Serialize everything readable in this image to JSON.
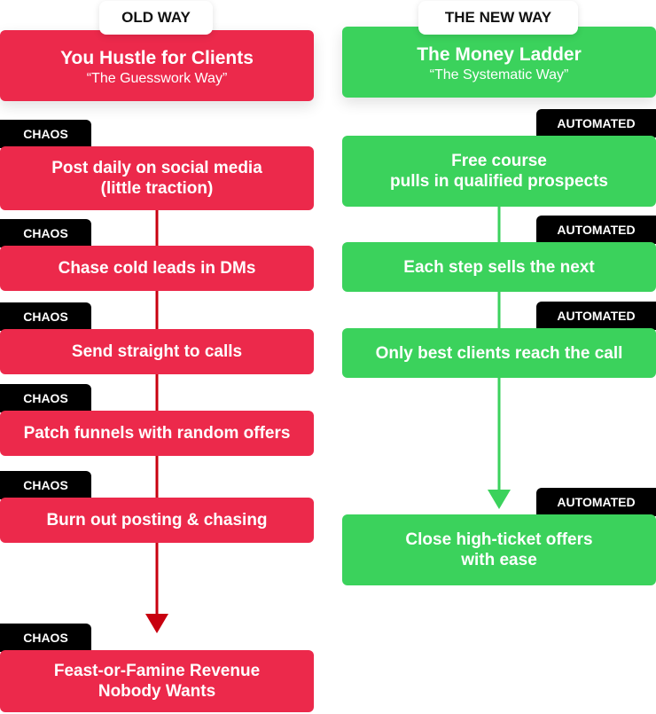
{
  "colors": {
    "old": "#ec294b",
    "new": "#3bd25c",
    "old_line": "#c8000f",
    "new_line": "#3bd25c",
    "tag": "#000000"
  },
  "old_way": {
    "label": "OLD WAY",
    "header": {
      "title": "You Hustle for Clients",
      "subtitle": "“The Guesswork Way”"
    },
    "tag": "CHAOS",
    "steps": [
      {
        "tag": "CHAOS",
        "lines": [
          "Post daily on social media",
          "(little traction)"
        ]
      },
      {
        "tag": "CHAOS",
        "lines": [
          "Chase cold leads in DMs"
        ]
      },
      {
        "tag": "CHAOS",
        "lines": [
          "Send straight to calls"
        ]
      },
      {
        "tag": "CHAOS",
        "lines": [
          "Patch funnels with random offers"
        ]
      },
      {
        "tag": "CHAOS",
        "lines": [
          "Burn out posting & chasing"
        ]
      },
      {
        "tag": "CHAOS",
        "lines": [
          "Feast-or-Famine Revenue",
          "Nobody Wants"
        ]
      }
    ]
  },
  "new_way": {
    "label": "THE NEW WAY",
    "header": {
      "title": "The Money Ladder",
      "subtitle": "“The Systematic Way”"
    },
    "steps": [
      {
        "tag": "AUTOMATED",
        "lines": [
          "Free course",
          "pulls in qualified prospects"
        ]
      },
      {
        "tag": "AUTOMATED",
        "lines": [
          "Each step sells the next"
        ]
      },
      {
        "tag": "AUTOMATED",
        "lines": [
          "Only best clients reach the call"
        ]
      },
      {
        "tag": "AUTOMATED",
        "lines": [
          "Close high-ticket offers",
          "with ease"
        ]
      }
    ]
  }
}
